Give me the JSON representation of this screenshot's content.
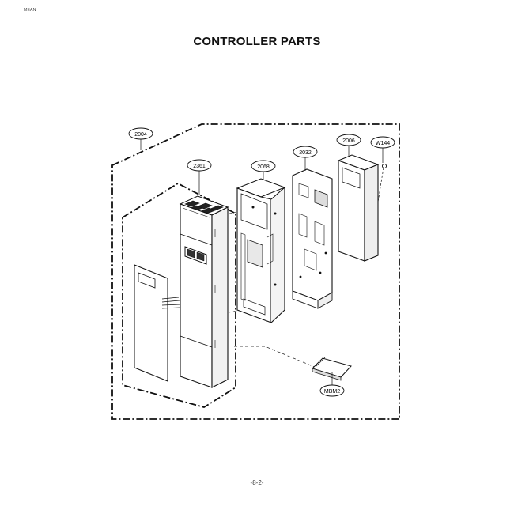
{
  "header": {
    "corner_label": "MEAN",
    "title": "CONTROLLER PARTS"
  },
  "callouts": {
    "c2004": "2004",
    "c2361": "2361",
    "c2068": "2068",
    "c2032": "2032",
    "c2006": "2006",
    "cW144": "W144",
    "cMBM2": "MBM2"
  },
  "footer": {
    "page_number": "-8-2-"
  }
}
